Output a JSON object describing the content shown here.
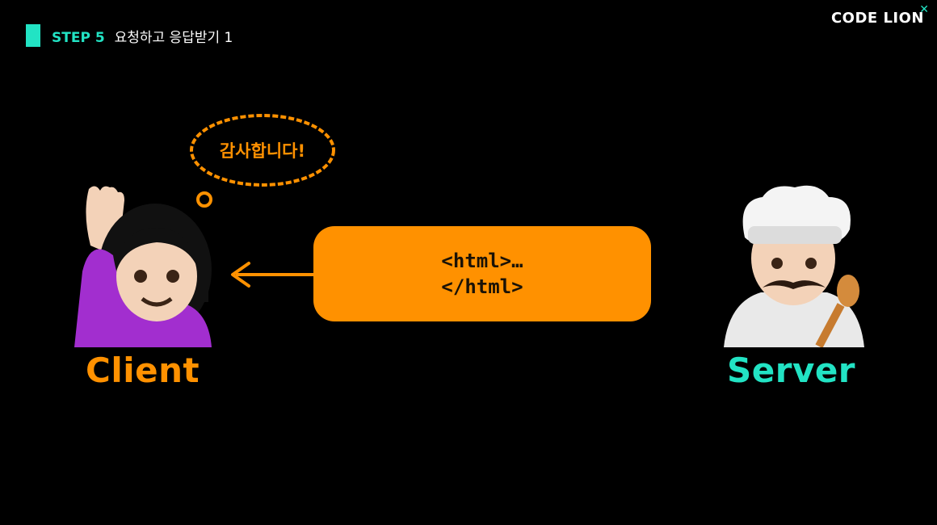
{
  "header": {
    "step": "STEP 5",
    "title": "요청하고 응답받기 1"
  },
  "logo": {
    "text": "CODE LION"
  },
  "bubble": {
    "text": "감사합니다!"
  },
  "payload": {
    "line1": "<html>…",
    "line2": "</html>"
  },
  "client": {
    "label": "Client",
    "icon": "raising-hand-woman-icon"
  },
  "server": {
    "label": "Server",
    "icon": "chef-icon"
  },
  "colors": {
    "accent_teal": "#22e3c4",
    "accent_orange": "#ff9100",
    "background": "#000000"
  }
}
